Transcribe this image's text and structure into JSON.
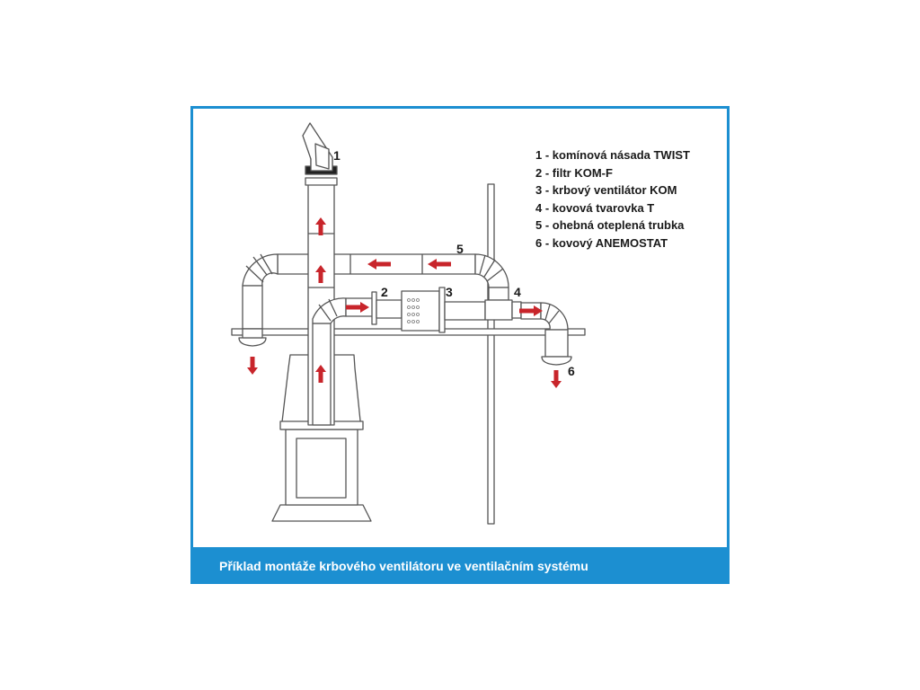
{
  "legend": [
    "1 - komínová násada TWIST",
    "2 - filtr KOM-F",
    "3 - krbový ventilátor KOM",
    "4 - kovová tvarovka T",
    "5 - ohebná oteplená trubka",
    "6 - kovový ANEMOSTAT"
  ],
  "callouts": {
    "n1": "1",
    "n2": "2",
    "n3": "3",
    "n4": "4",
    "n5": "5",
    "n6": "6"
  },
  "caption": "Příklad montáže krbového ventilátoru ve ventilačním systému",
  "colors": {
    "frame": "#1c8fd1",
    "caption_bar": "#1c8fd1",
    "arrow": "#c8252b",
    "pipe_fill": "#ffffff",
    "pipe_stroke": "#555555"
  },
  "icons": {
    "flow": "red-flow-arrow"
  }
}
